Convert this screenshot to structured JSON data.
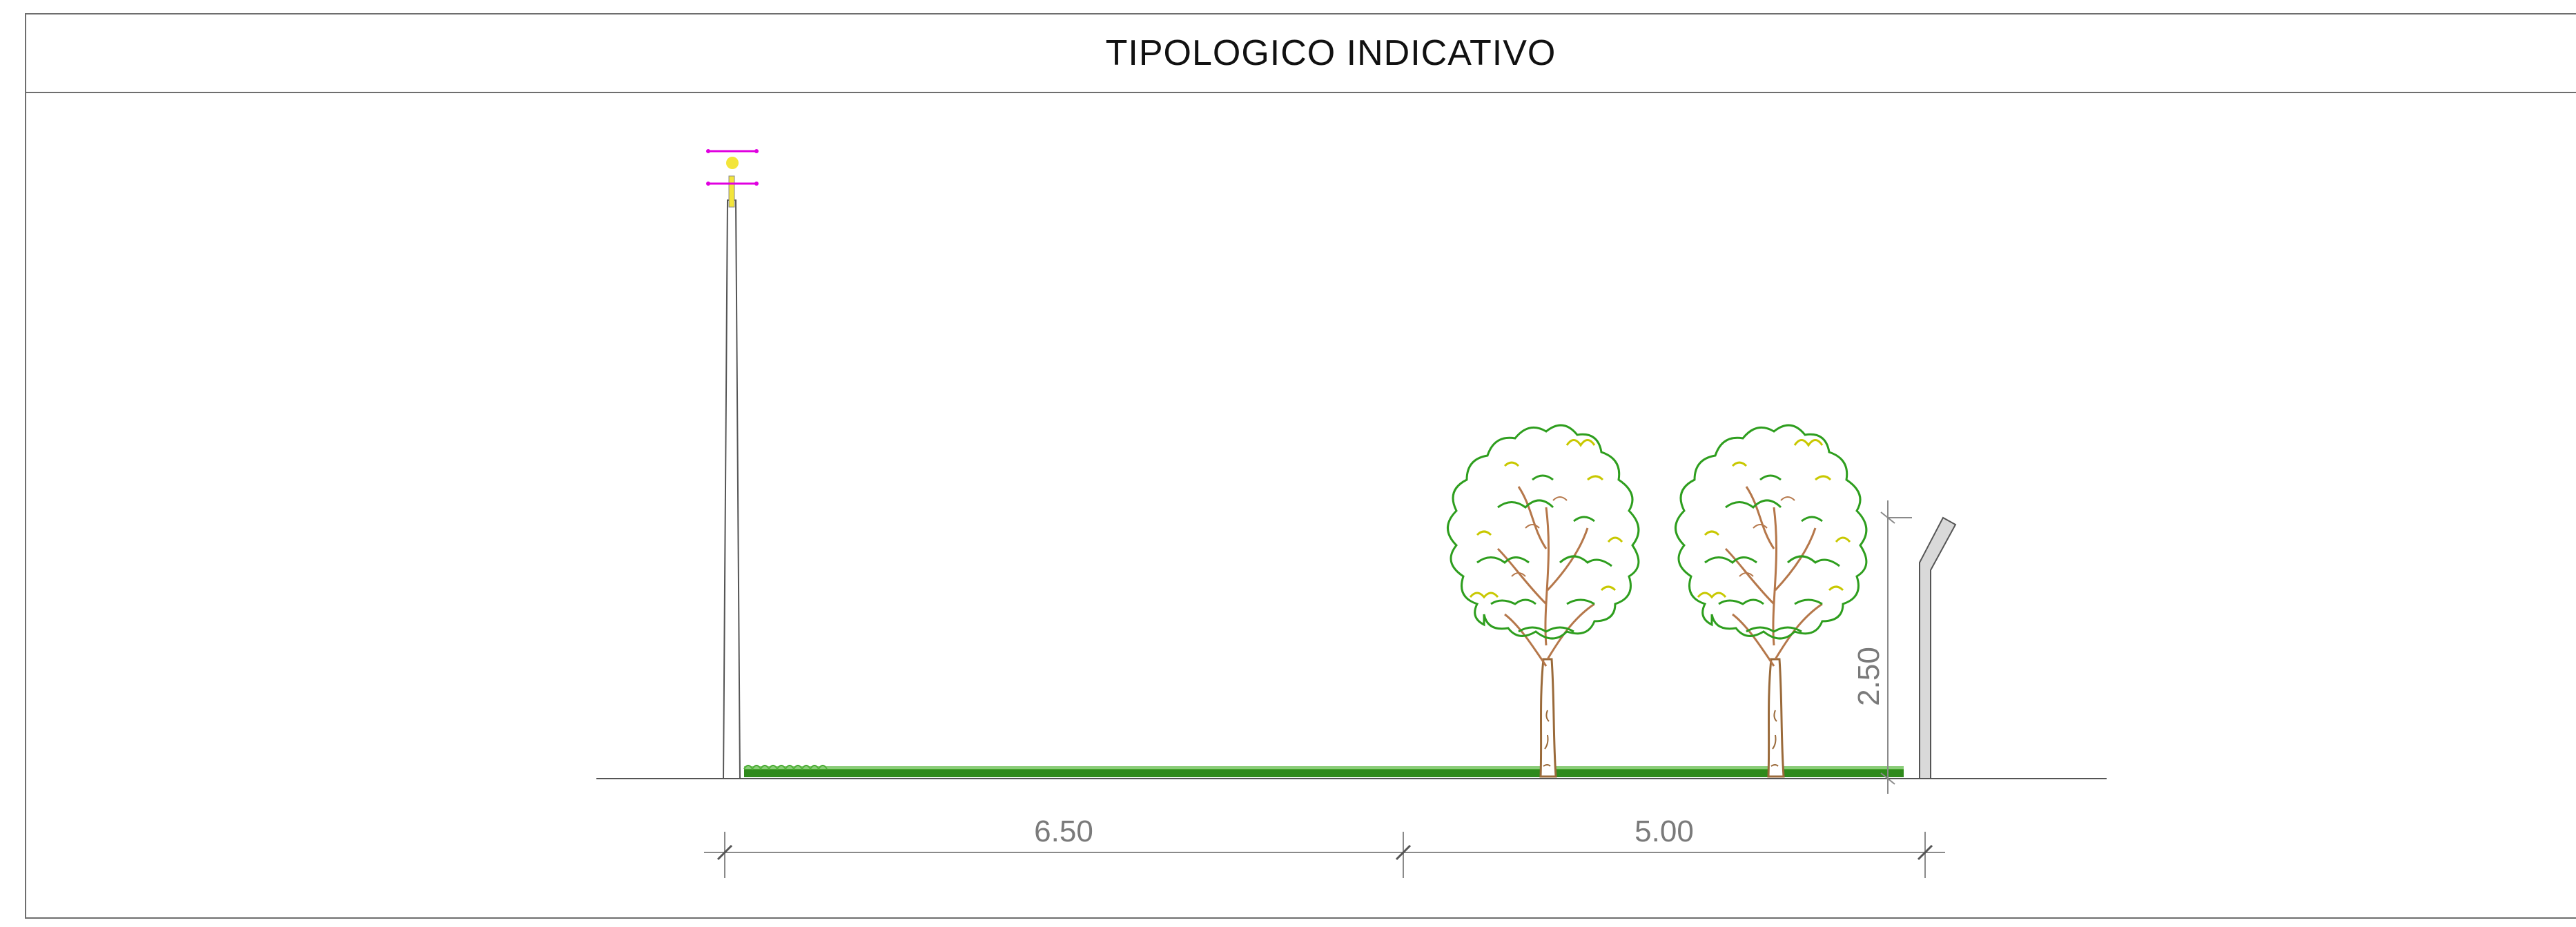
{
  "title": "TIPOLOGICO INDICATIVO",
  "dimensions": {
    "pole_to_tree": "6.50",
    "tree_to_fence": "5.00",
    "fence_height": "2.50"
  },
  "colors": {
    "frame": "#6e6e6e",
    "ground": "#555555",
    "dimension": "#8a8a8a",
    "foliage_green": "#2e9e1e",
    "foliage_yellow": "#c8c800",
    "trunk": "#9a6a3a",
    "lamp_magenta": "#e000e0",
    "lamp_yellow": "#f3e53a",
    "fence_fill": "#d9d9d9",
    "grass": "#2f8a1c"
  },
  "icons": [
    "street-light-pole-icon",
    "tree-icon",
    "fence-icon",
    "grass-strip-icon"
  ]
}
